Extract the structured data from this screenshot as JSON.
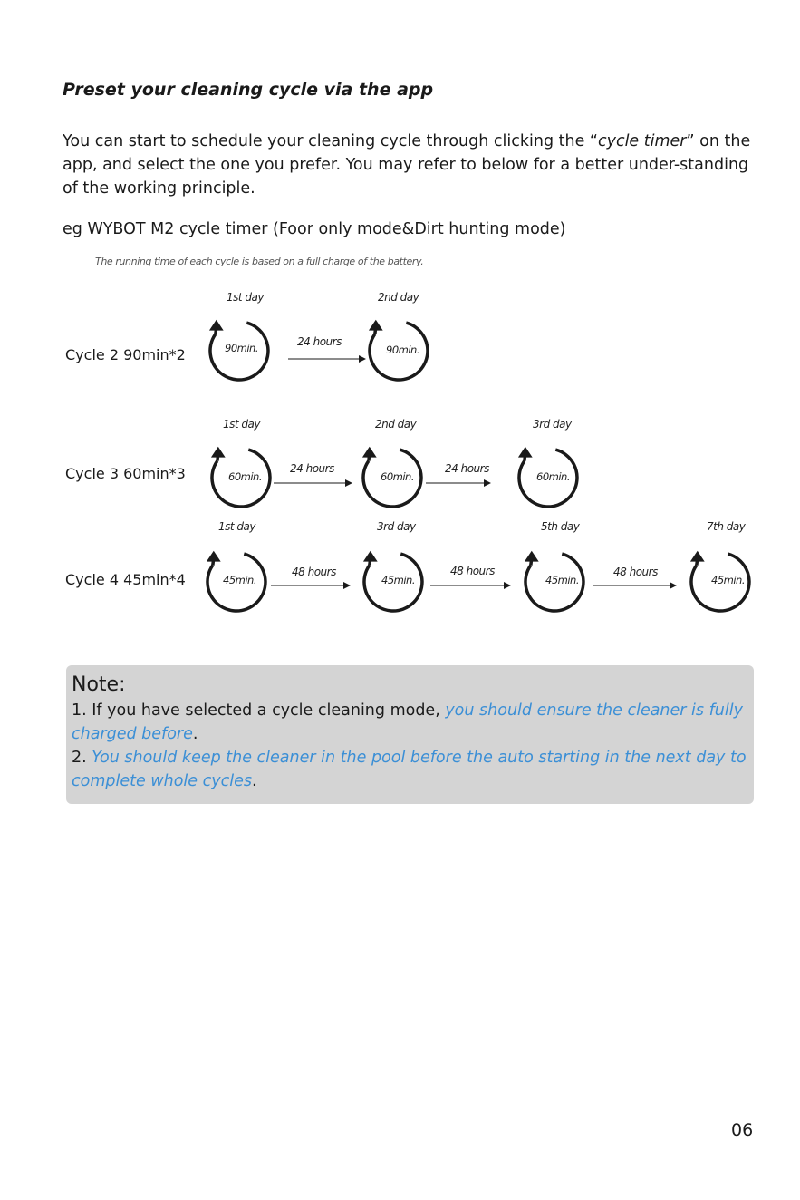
{
  "title": "Preset your cleaning cycle via the app",
  "intro": {
    "part1": "You can start to schedule your cleaning cycle  through clicking the “",
    "em": "cycle timer",
    "part2": "” on the app, and select the one you prefer. You may refer to below for a better under-standing of the working principle."
  },
  "example_heading": "eg  WYBOT M2 cycle timer (Foor only mode&Dirt hunting mode)",
  "subnote": "The running time of each cycle is based on a full charge of the battery.",
  "cycles": [
    {
      "label": "Cycle 2   90min*2",
      "days": [
        "1st day",
        "2nd day"
      ],
      "duration": "90min.",
      "interval": "24 hours"
    },
    {
      "label": "Cycle 3   60min*3",
      "days": [
        "1st day",
        "2nd day",
        "3rd day"
      ],
      "duration": "60min.",
      "interval": "24 hours"
    },
    {
      "label": "Cycle 4   45min*4",
      "days": [
        "1st day",
        "3rd day",
        "5th day",
        "7th day"
      ],
      "duration": "45min.",
      "interval": "48 hours"
    }
  ],
  "note": {
    "title": "Note:",
    "item1_plain": "1.  If you have selected a cycle cleaning mode, ",
    "item1_blue": "you should ensure the cleaner is fully charged before",
    "item1_end": ".",
    "item2_num": "2. ",
    "item2_blue": "You should keep the cleaner in the pool before the auto starting in the next day to complete whole cycles",
    "item2_end": "."
  },
  "page_number": "06"
}
